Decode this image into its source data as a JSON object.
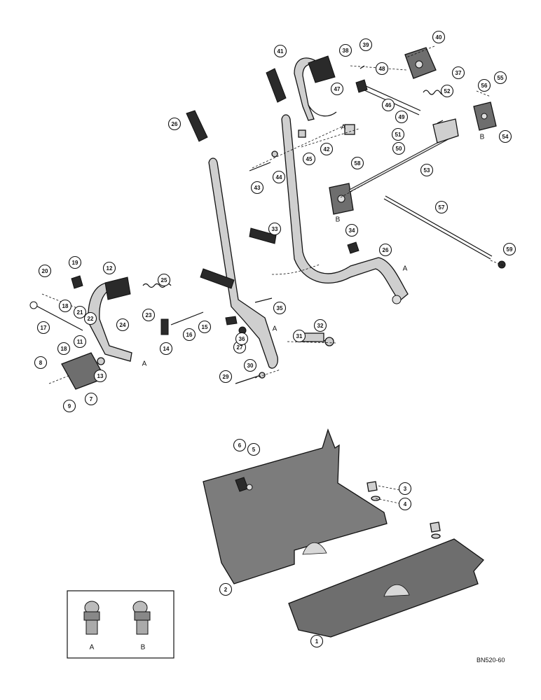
{
  "figure": {
    "ref_code": "BN520-60",
    "inset_labels": {
      "a": "A",
      "b": "B"
    },
    "assembly_letters": {
      "a": "A",
      "b": "B"
    },
    "callouts": [
      {
        "id": "c1",
        "label": "1"
      },
      {
        "id": "c2",
        "label": "2"
      },
      {
        "id": "c3",
        "label": "3"
      },
      {
        "id": "c4",
        "label": "4"
      },
      {
        "id": "c5",
        "label": "5"
      },
      {
        "id": "c6",
        "label": "6"
      },
      {
        "id": "c7",
        "label": "7"
      },
      {
        "id": "c8",
        "label": "8"
      },
      {
        "id": "c9",
        "label": "9"
      },
      {
        "id": "c11",
        "label": "11"
      },
      {
        "id": "c12",
        "label": "12"
      },
      {
        "id": "c13",
        "label": "13"
      },
      {
        "id": "c14",
        "label": "14"
      },
      {
        "id": "c15",
        "label": "15"
      },
      {
        "id": "c16",
        "label": "16"
      },
      {
        "id": "c17",
        "label": "17"
      },
      {
        "id": "c18",
        "label": "18"
      },
      {
        "id": "c18b",
        "label": "18"
      },
      {
        "id": "c19",
        "label": "19"
      },
      {
        "id": "c20",
        "label": "20"
      },
      {
        "id": "c21",
        "label": "21"
      },
      {
        "id": "c22",
        "label": "22"
      },
      {
        "id": "c23",
        "label": "23"
      },
      {
        "id": "c24",
        "label": "24"
      },
      {
        "id": "c25",
        "label": "25"
      },
      {
        "id": "c26a",
        "label": "26"
      },
      {
        "id": "c26b",
        "label": "26"
      },
      {
        "id": "c27",
        "label": "27"
      },
      {
        "id": "c29",
        "label": "29"
      },
      {
        "id": "c30",
        "label": "30"
      },
      {
        "id": "c31",
        "label": "31"
      },
      {
        "id": "c32",
        "label": "32"
      },
      {
        "id": "c33",
        "label": "33"
      },
      {
        "id": "c34",
        "label": "34"
      },
      {
        "id": "c35",
        "label": "35"
      },
      {
        "id": "c36",
        "label": "36"
      },
      {
        "id": "c37",
        "label": "37"
      },
      {
        "id": "c38",
        "label": "38"
      },
      {
        "id": "c39",
        "label": "39"
      },
      {
        "id": "c40",
        "label": "40"
      },
      {
        "id": "c41",
        "label": "41"
      },
      {
        "id": "c42",
        "label": "42"
      },
      {
        "id": "c43",
        "label": "43"
      },
      {
        "id": "c44",
        "label": "44"
      },
      {
        "id": "c45",
        "label": "45"
      },
      {
        "id": "c46",
        "label": "46"
      },
      {
        "id": "c47",
        "label": "47"
      },
      {
        "id": "c48",
        "label": "48"
      },
      {
        "id": "c49",
        "label": "49"
      },
      {
        "id": "c50",
        "label": "50"
      },
      {
        "id": "c51",
        "label": "51"
      },
      {
        "id": "c52",
        "label": "52"
      },
      {
        "id": "c53",
        "label": "53"
      },
      {
        "id": "c54",
        "label": "54"
      },
      {
        "id": "c55",
        "label": "55"
      },
      {
        "id": "c56",
        "label": "56"
      },
      {
        "id": "c57",
        "label": "57"
      },
      {
        "id": "c58",
        "label": "58"
      },
      {
        "id": "c59",
        "label": "59"
      }
    ]
  }
}
